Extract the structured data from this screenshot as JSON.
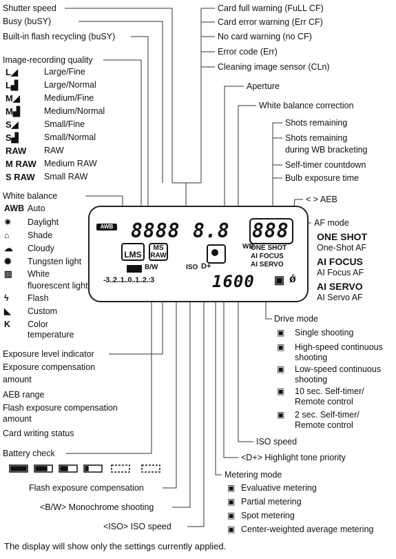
{
  "top_labels": {
    "shutter_speed": "Shutter speed",
    "busy": "Busy (buSY)",
    "flash_recycling": "Built-in flash recycling (buSY)",
    "card_full": "Card full warning (FuLL CF)",
    "card_error": "Card error warning (Err CF)",
    "no_card": "No card warning (no CF)",
    "error_code": "Error code (Err)",
    "cleaning": "Cleaning image sensor (CLn)",
    "aperture": "Aperture",
    "wb_correction": "White balance correction",
    "shots_remaining": "Shots remaining",
    "shots_remaining_wb_1": "Shots remaining",
    "shots_remaining_wb_2": "during WB bracketing",
    "self_timer": "Self-timer countdown",
    "bulb": "Bulb exposure time",
    "aeb": "< > AEB"
  },
  "quality": {
    "heading": "Image-recording quality",
    "items": [
      {
        "icon": "L◢",
        "label": "Large/Fine"
      },
      {
        "icon": "L▟",
        "label": "Large/Normal"
      },
      {
        "icon": "M◢",
        "label": "Medium/Fine"
      },
      {
        "icon": "M▟",
        "label": "Medium/Normal"
      },
      {
        "icon": "S◢",
        "label": "Small/Fine"
      },
      {
        "icon": "S▟",
        "label": "Small/Normal"
      },
      {
        "icon": "RAW",
        "label": "RAW"
      },
      {
        "icon": "M RAW",
        "label": "Medium RAW"
      },
      {
        "icon": "S RAW",
        "label": "Small RAW"
      }
    ]
  },
  "white_balance": {
    "heading": "White balance",
    "items": [
      {
        "icon": "AWB",
        "label": "Auto"
      },
      {
        "icon": "✷",
        "label": "Daylight"
      },
      {
        "icon": "⌂",
        "label": "Shade"
      },
      {
        "icon": "☁",
        "label": "Cloudy"
      },
      {
        "icon": "✺",
        "label": "Tungsten light"
      },
      {
        "icon": "▥",
        "label": "White"
      },
      {
        "icon": "",
        "label": "fluorescent light"
      },
      {
        "icon": "ϟ",
        "label": "Flash"
      },
      {
        "icon": "◣",
        "label": "Custom"
      },
      {
        "icon": "K",
        "label": "Color"
      },
      {
        "icon": "",
        "label": "temperature"
      }
    ]
  },
  "af_mode": {
    "heading": "AF mode",
    "items": [
      {
        "big": "ONE SHOT",
        "label": "One-Shot AF"
      },
      {
        "big": "AI FOCUS",
        "label": "AI Focus AF"
      },
      {
        "big": "AI SERVO",
        "label": "AI Servo AF"
      }
    ]
  },
  "exposure": {
    "l1": "Exposure level indicator",
    "l2": "Exposure compensation",
    "l3": "amount",
    "l4": "AEB range",
    "l5": "Flash exposure compensation",
    "l6": "amount",
    "l7": "Card writing status"
  },
  "battery": {
    "label": "Battery check"
  },
  "drive": {
    "heading": "Drive mode",
    "items": [
      {
        "label": "Single shooting",
        "label2": ""
      },
      {
        "label": "High-speed continuous",
        "label2": "shooting"
      },
      {
        "label": "Low-speed continuous",
        "label2": "shooting"
      },
      {
        "label": "10 sec. Self-timer/",
        "label2": "Remote control"
      },
      {
        "label": "2 sec. Self-timer/",
        "label2": "Remote control"
      }
    ]
  },
  "bottom_labels": {
    "iso_speed": "ISO speed",
    "highlight": "<D+> Highlight tone priority",
    "flash_comp": "Flash exposure compensation",
    "monochrome": "<B/W> Monochrome shooting",
    "iso_bottom": "<ISO> ISO speed"
  },
  "metering": {
    "heading": "Metering mode",
    "items": [
      "Evaluative metering",
      "Partial metering",
      "Spot metering",
      "Center-weighted average metering"
    ]
  },
  "lcd": {
    "shutter": "8888",
    "aperture": "8.8",
    "shots": "888",
    "iso": "1600",
    "one_shot": "ONE SHOT",
    "ai_focus": "AI FOCUS",
    "ai_servo": "AI SERVO",
    "scale": "-3..2..1..0..1..2.:3",
    "lms": "LMS",
    "ms": "MS",
    "raw": "RAW",
    "bw": "B/W",
    "iso_lbl": "ISO",
    "dplus": "D+",
    "wb": "WB",
    "awb": "AWB"
  },
  "caption": "The display will show only the settings currently applied."
}
